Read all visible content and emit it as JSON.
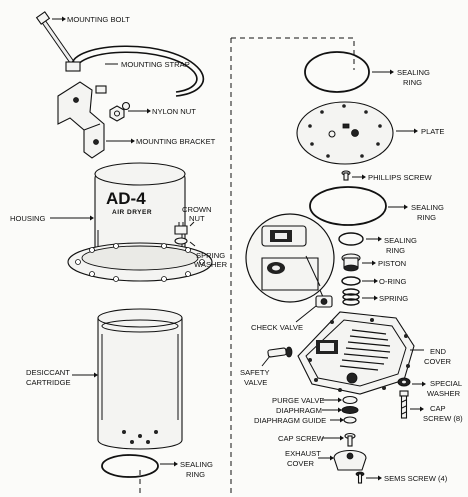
{
  "housing_brand": "AD-4",
  "housing_subtitle": "AIR DRYER",
  "labels": {
    "mounting_bolt": "MOUNTING BOLT",
    "mounting_strap": "MOUNTING STRAP",
    "nylon_nut": "NYLON NUT",
    "mounting_bracket": "MOUNTING BRACKET",
    "housing": "HOUSING",
    "crown_nut_1": "CROWN",
    "crown_nut_2": "NUT",
    "spring_washer_1": "SPRING",
    "spring_washer_2": "WASHER",
    "desiccant_1": "DESICCANT",
    "desiccant_2": "CARTRIDGE",
    "sealing_ring_bottom_1": "SEALING",
    "sealing_ring_bottom_2": "RING",
    "sealing_ring_top_1": "SEALING",
    "sealing_ring_top_2": "RING",
    "plate": "PLATE",
    "phillips_screw": "PHILLIPS SCREW",
    "sealing_ring_mid_1": "SEALING",
    "sealing_ring_mid_2": "RING",
    "sealing_ring_small_1": "SEALING",
    "sealing_ring_small_2": "RING",
    "piston": "PISTON",
    "o_ring": "O-RING",
    "spring": "SPRING",
    "check_valve": "CHECK VALVE",
    "end_cover_1": "END",
    "end_cover_2": "COVER",
    "safety_valve_1": "SAFETY",
    "safety_valve_2": "VALVE",
    "special_washer_1": "SPECIAL",
    "special_washer_2": "WASHER",
    "purge_valve": "PURGE VALVE",
    "diaphragm": "DIAPHRAGM",
    "diaphragm_guide": "DIAPHRAGM GUIDE",
    "cap_screw_8_1": "CAP",
    "cap_screw_8_2": "SCREW (8)",
    "cap_screw": "CAP SCREW",
    "exhaust_cover_1": "EXHAUST",
    "exhaust_cover_2": "COVER",
    "sems_screw": "SEMS SCREW (4)"
  }
}
